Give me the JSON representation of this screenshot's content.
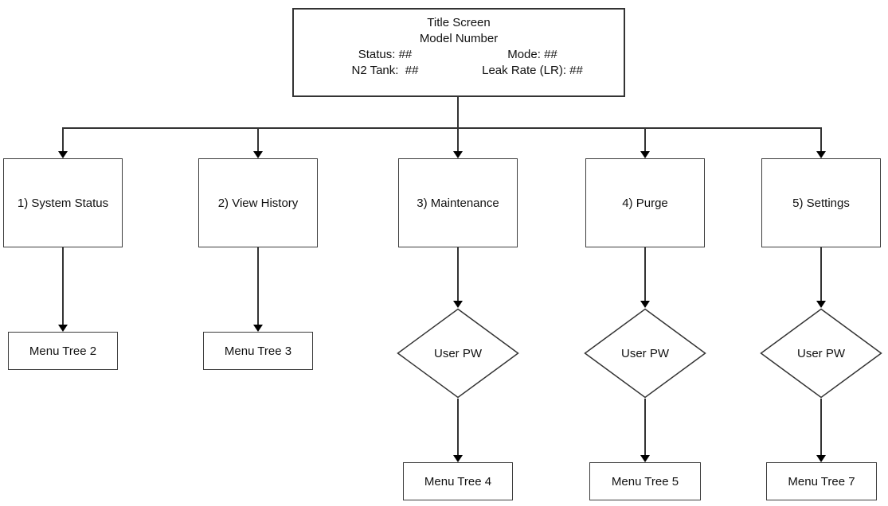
{
  "colors": {
    "background": "#ffffff",
    "line": "#333333",
    "arrow": "#000000",
    "text": "#111111"
  },
  "title_box": {
    "line1": "Title Screen",
    "line2": "Model Number",
    "status": "Status: ##",
    "mode": "Mode: ##",
    "n2_tank": "N2 Tank:  ##",
    "leak_rate": "Leak Rate (LR): ##"
  },
  "level1": [
    {
      "id": "system-status",
      "label": "1) System Status"
    },
    {
      "id": "view-history",
      "label": "2) View History"
    },
    {
      "id": "maintenance",
      "label": "3) Maintenance"
    },
    {
      "id": "purge",
      "label": "4) Purge"
    },
    {
      "id": "settings",
      "label": "5) Settings"
    }
  ],
  "decisions": [
    {
      "parent": "maintenance",
      "label": "User PW"
    },
    {
      "parent": "purge",
      "label": "User PW"
    },
    {
      "parent": "settings",
      "label": "User PW"
    }
  ],
  "level2": [
    {
      "parent": "system-status",
      "label": "Menu Tree 2"
    },
    {
      "parent": "view-history",
      "label": "Menu Tree 3"
    },
    {
      "parent": "maintenance",
      "label": "Menu Tree 4"
    },
    {
      "parent": "purge",
      "label": "Menu Tree 5"
    },
    {
      "parent": "settings",
      "label": "Menu Tree 7"
    }
  ]
}
